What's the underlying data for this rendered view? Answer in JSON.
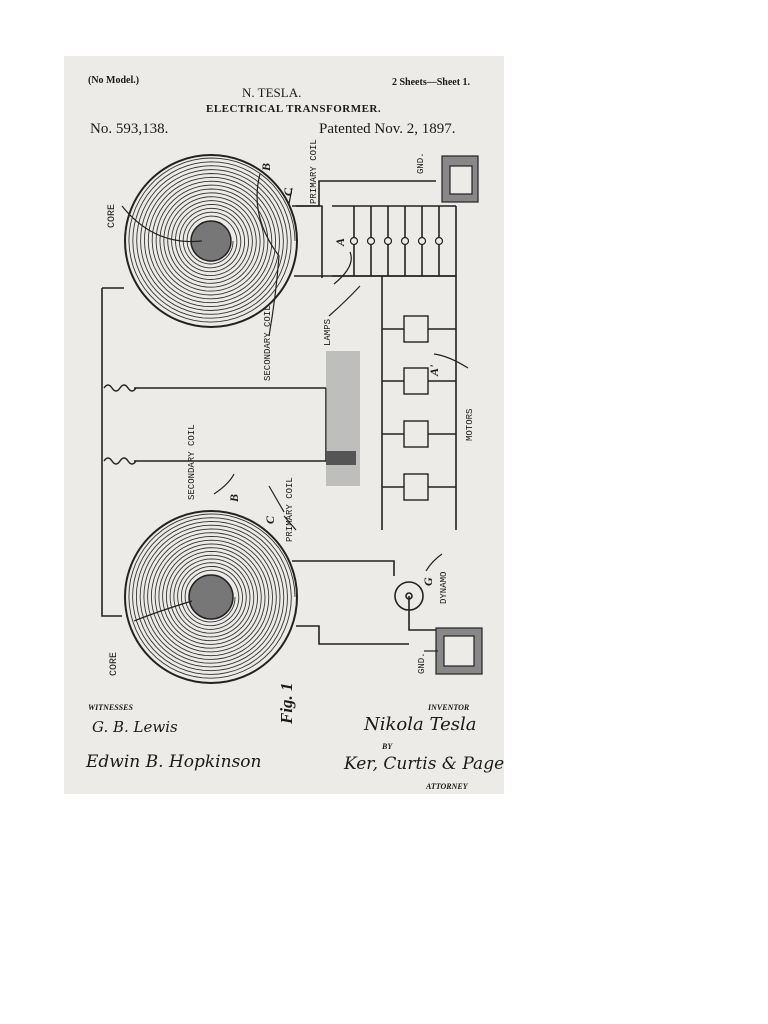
{
  "header": {
    "no_model": "(No Model.)",
    "sheets": "2 Sheets—Sheet 1.",
    "inventor_name": "N. TESLA.",
    "title": "ELECTRICAL TRANSFORMER.",
    "patent_number": "No. 593,138.",
    "patent_date": "Patented Nov. 2, 1897."
  },
  "labels": {
    "core_top": "CORE",
    "b_top": "B",
    "c_top": "C",
    "primary_coil_top": "PRIMARY COIL",
    "gnd_top": "GND.",
    "a_top": "A",
    "secondary_coil_top": "SECONDARY COIL",
    "lamps": "LAMPS",
    "a_motors": "A'",
    "motors": "MOTORS",
    "secondary_coil_bottom": "SECONDARY COIL",
    "b_bottom": "B",
    "c_bottom": "C",
    "primary_coil_bottom": "PRIMARY COIL",
    "g": "G",
    "dynamo": "DYNAMO",
    "core_bottom": "CORE",
    "gnd_bottom": "GND.",
    "fig": "Fig. 1"
  },
  "footer": {
    "witnesses": "WITNESSES",
    "witness1_signature": "G. B. Lewis",
    "witness2_signature": "Edwin B. Hopkinson",
    "inventor_caption": "INVENTOR",
    "inventor_signature": "Nikola Tesla",
    "by": "BY",
    "attorney_signature": "Ker, Curtis & Page.",
    "attorney_caption": "ATTORNEY"
  }
}
